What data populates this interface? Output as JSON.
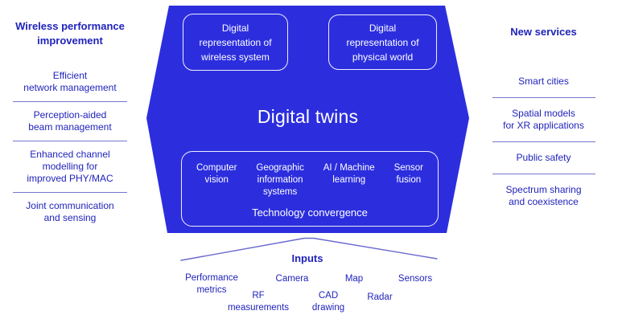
{
  "colors": {
    "hexagon_fill": "#2c2ede",
    "text_blue": "#2023bb",
    "divider": "#7577cf",
    "box_border": "#ffffff",
    "background": "#ffffff"
  },
  "left_panel": {
    "title": "Wireless performance\nimprovement",
    "items": [
      "Efficient\nnetwork management",
      "Perception-aided\nbeam management",
      "Enhanced channel\nmodelling for\nimproved PHY/MAC",
      "Joint communication\nand sensing"
    ]
  },
  "right_panel": {
    "title": "New services",
    "items": [
      "Smart cities",
      "Spatial models\nfor XR applications",
      "Public safety",
      "Spectrum sharing\nand coexistence"
    ]
  },
  "hexagon": {
    "title": "Digital twins",
    "top_boxes": [
      "Digital\nrepresentation of\nwireless system",
      "Digital\nrepresentation of\nphysical world"
    ],
    "technologies": [
      "Computer\nvision",
      "Geographic\ninformation\nsystems",
      "AI / Machine\nlearning",
      "Sensor\nfusion"
    ],
    "caption": "Technology convergence"
  },
  "inputs": {
    "label": "Inputs",
    "items": [
      "Performance\nmetrics",
      "Camera",
      "Map",
      "Sensors",
      "RF\nmeasurements",
      "CAD\ndrawing",
      "Radar"
    ]
  }
}
